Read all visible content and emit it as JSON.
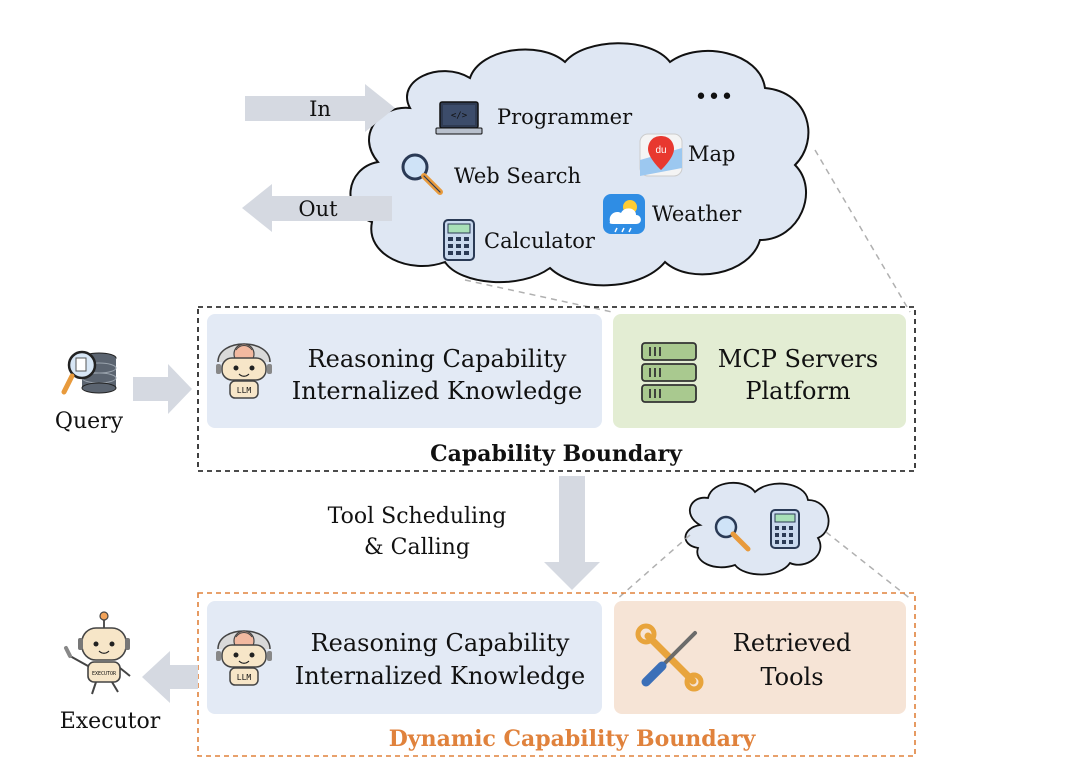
{
  "cloud": {
    "in_label": "In",
    "out_label": "Out",
    "tools": {
      "programmer": "Programmer",
      "web_search": "Web Search",
      "map": "Map",
      "weather": "Weather",
      "calculator": "Calculator",
      "more": "•••"
    },
    "map_badge": "du"
  },
  "capability": {
    "query_label": "Query",
    "llm_line1": "Reasoning Capability",
    "llm_line2": "Internalized Knowledge",
    "mcp_line1": "MCP Servers",
    "mcp_line2": "Platform",
    "boundary_label": "Capability Boundary",
    "llm_badge": "LLM"
  },
  "scheduling": {
    "line1": "Tool Scheduling",
    "line2": "& Calling"
  },
  "dynamic": {
    "executor_label": "Executor",
    "llm_line1": "Reasoning Capability",
    "llm_line2": "Internalized Knowledge",
    "tools_line1": "Retrieved",
    "tools_line2": "Tools",
    "boundary_label": "Dynamic Capability Boundary",
    "llm_badge": "LLM",
    "executor_badge": "EXECUTOR"
  },
  "colors": {
    "cloud_fill": "#dfe7f3",
    "llm_box": "#e3eaf5",
    "mcp_box": "#e3edd3",
    "tools_box": "#f6e4d6",
    "dynamic_accent": "#e0823c",
    "arrow_gray": "#d5d9e1"
  }
}
